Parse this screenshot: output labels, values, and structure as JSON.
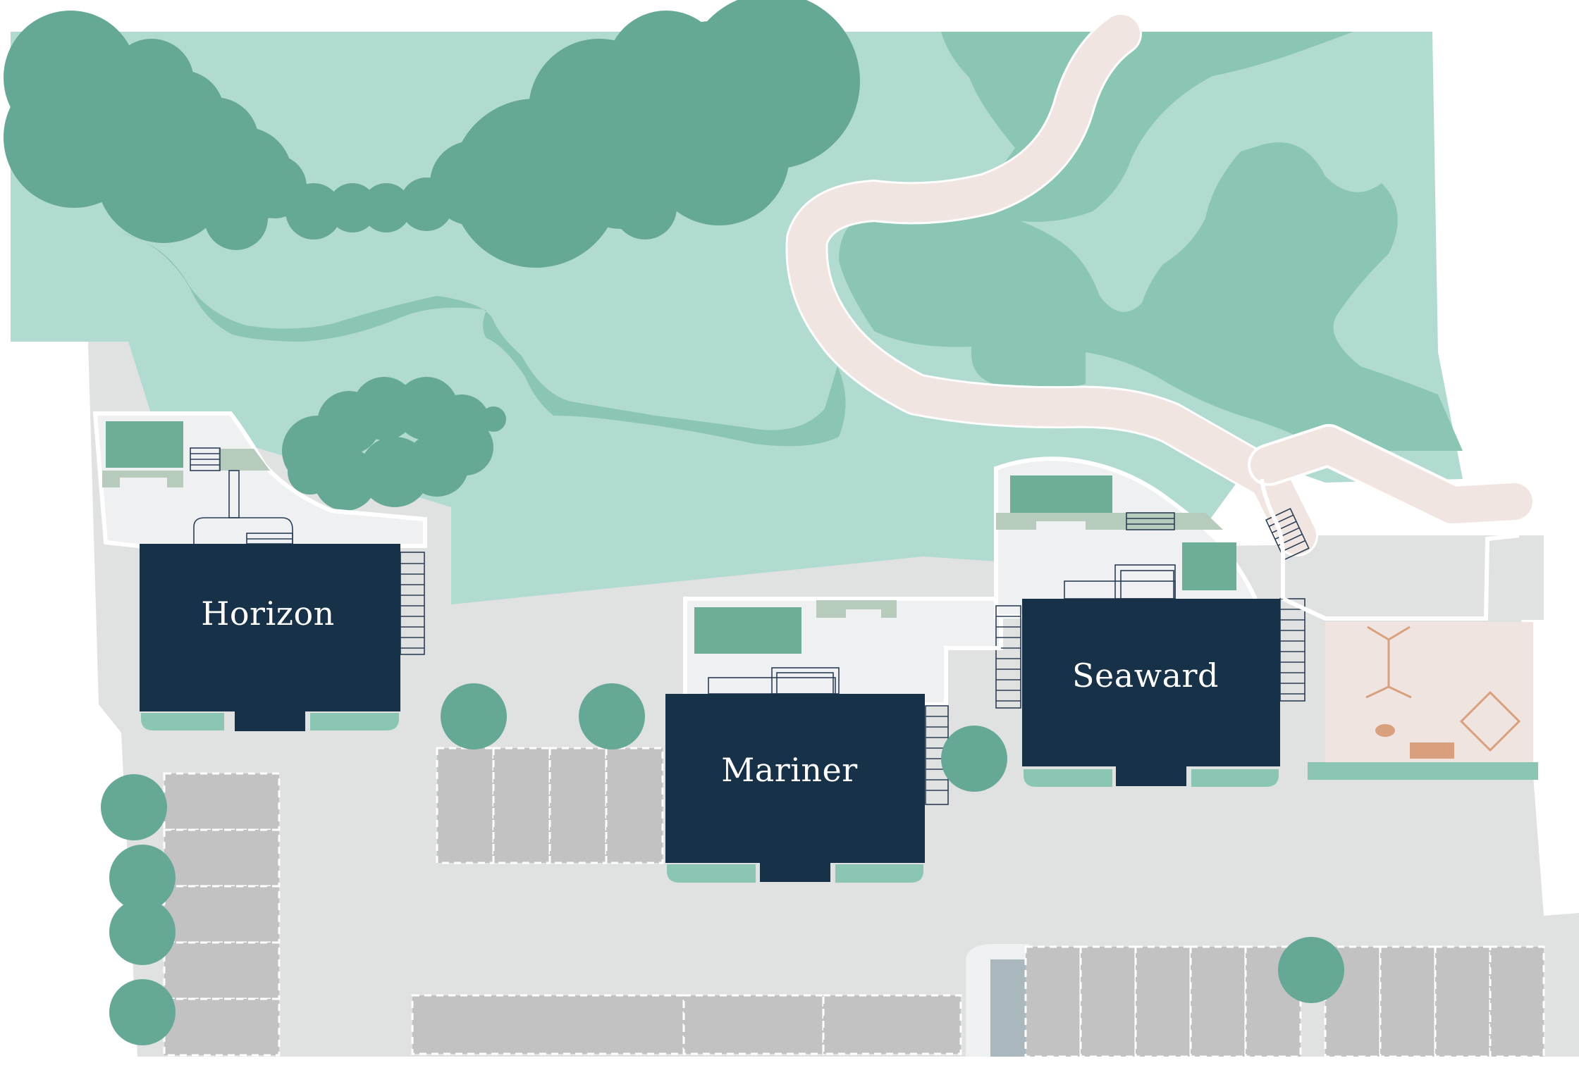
{
  "buildings": [
    {
      "id": "horizon",
      "label": "Horizon"
    },
    {
      "id": "mariner",
      "label": "Mariner"
    },
    {
      "id": "seaward",
      "label": "Seaward"
    }
  ],
  "colors": {
    "lawn": "#b1dbd1",
    "meadow": "#8bc6b4",
    "tree": "#66a896",
    "building": "#173149",
    "paving": "#e0e1e1",
    "terrace": "#eef0f1",
    "parking_bay": "#c2c2c2",
    "path": "#f0e5e0",
    "play_area": "#f0e4e0",
    "play_equipment": "#d9a07e"
  }
}
